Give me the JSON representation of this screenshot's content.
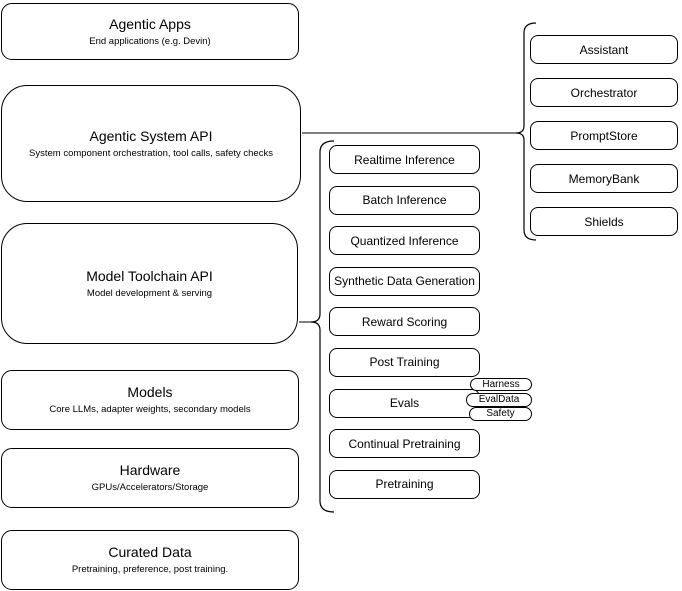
{
  "canvas": {
    "background": "#ffffff",
    "stroke_color": "#000000",
    "fill_color": "#ffffff"
  },
  "left_column": {
    "agentic_apps": {
      "title": "Agentic Apps",
      "subtitle": "End applications (e.g. Devin)"
    },
    "agentic_system_api": {
      "title": "Agentic System API",
      "subtitle": "System component orchestration, tool calls, safety checks"
    },
    "model_toolchain_api": {
      "title": "Model Toolchain API",
      "subtitle": "Model development & serving"
    },
    "models": {
      "title": "Models",
      "subtitle": "Core LLMs, adapter weights, secondary models"
    },
    "hardware": {
      "title": "Hardware",
      "subtitle": "GPUs/Accelerators/Storage"
    },
    "curated_data": {
      "title": "Curated Data",
      "subtitle": "Pretraining, preference, post training."
    }
  },
  "toolchain_nodes": [
    "Realtime Inference",
    "Batch Inference",
    "Quantized Inference",
    "Synthetic Data Generation",
    "Reward Scoring",
    "Post Training",
    "Evals",
    "Continual Pretraining",
    "Pretraining"
  ],
  "evals_tags": [
    "Harness",
    "EvalData",
    "Safety"
  ],
  "system_nodes": [
    "Assistant",
    "Orchestrator",
    "PromptStore",
    "MemoryBank",
    "Shields"
  ]
}
